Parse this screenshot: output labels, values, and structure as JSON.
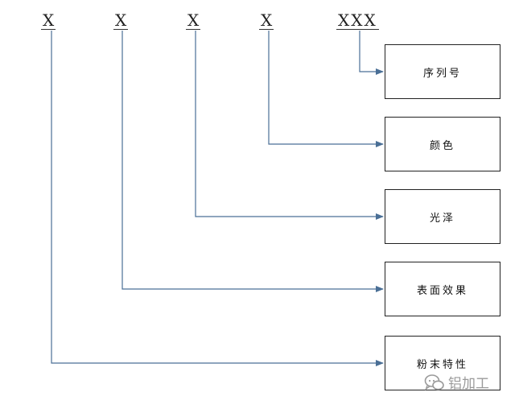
{
  "codes": [
    "X",
    "X",
    "X",
    "X",
    "XXX"
  ],
  "boxes": [
    "序列号",
    "颜色",
    "光泽",
    "表面效果",
    "粉末特性"
  ],
  "watermark": {
    "text": "铝加工",
    "icon": "chat-bubbles-icon"
  },
  "colors": {
    "connector": "#4a6f96",
    "box_border": "#222222",
    "text": "#111111"
  }
}
